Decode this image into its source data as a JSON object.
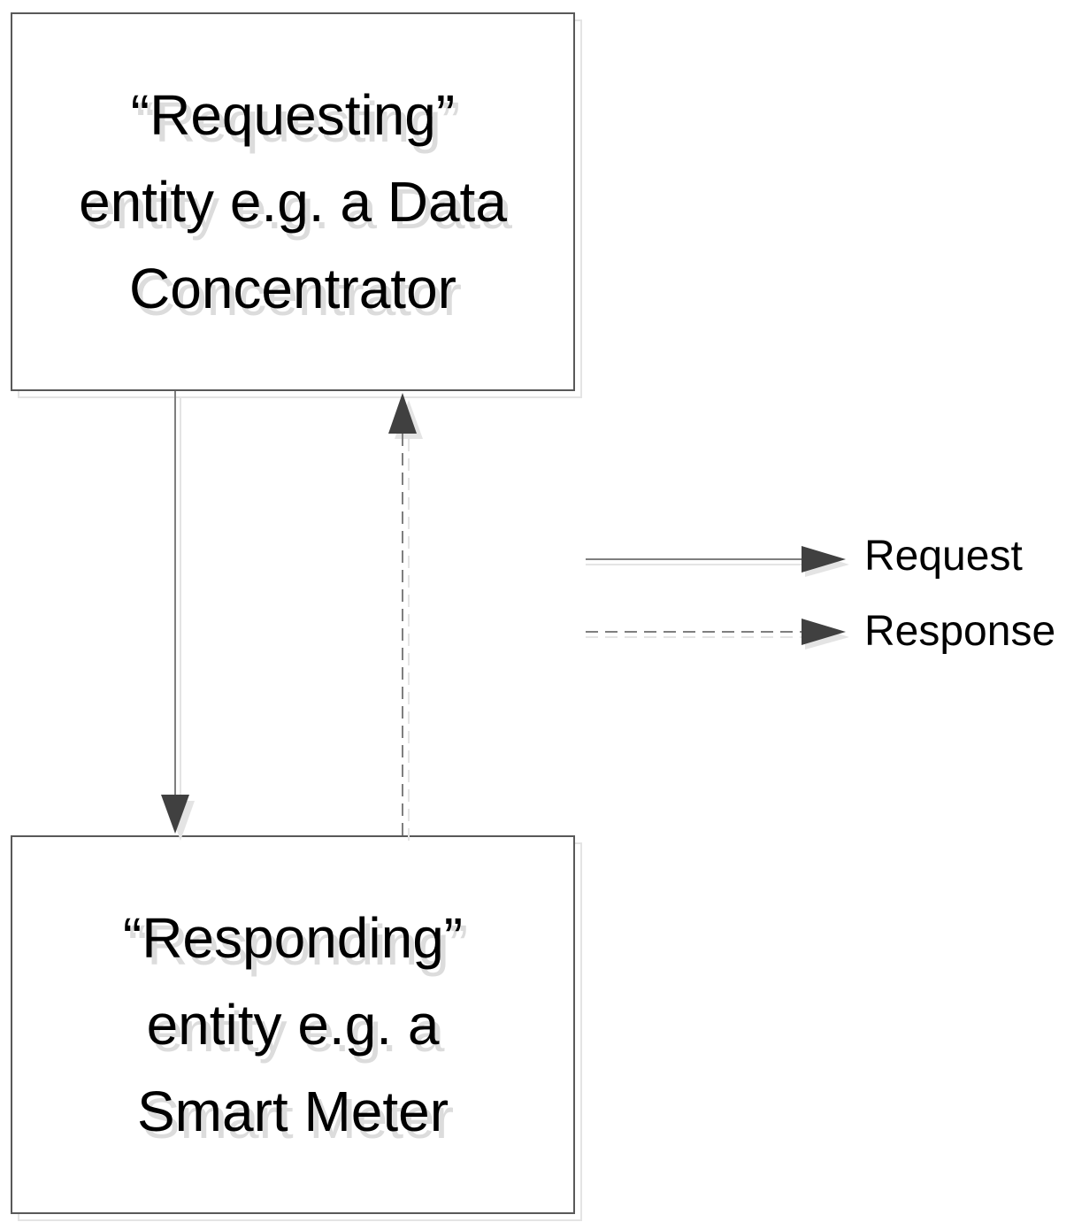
{
  "requesting_box": {
    "lines": [
      "“Requesting”",
      "entity e.g. a Data",
      "Concentrator"
    ]
  },
  "responding_box": {
    "lines": [
      "“Responding”",
      "entity e.g. a",
      "Smart Meter"
    ]
  },
  "legend": {
    "request_label": "Request",
    "response_label": "Response"
  },
  "colors": {
    "line": "#7f7f7f",
    "arrowhead": "#404040",
    "box_border": "#595959",
    "shadow": "#dcdcdc"
  }
}
